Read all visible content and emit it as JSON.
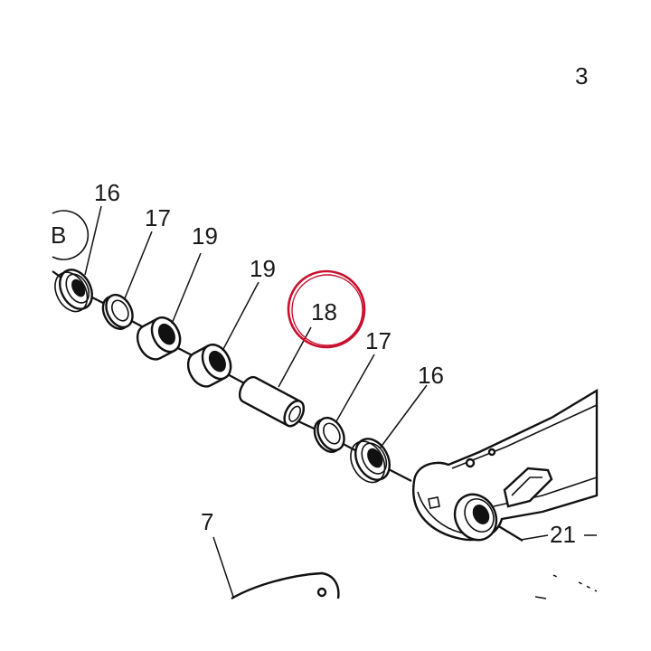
{
  "diagram": {
    "page_number": "3",
    "section_marker": "B",
    "highlight_color": "#c8102e",
    "callouts": {
      "seal_left": "16",
      "washer_left": "17",
      "bearing_left": "19",
      "bearing_right": "19",
      "spacer": "18",
      "washer_right": "17",
      "seal_right": "16",
      "arm": "21",
      "bracket": "7"
    },
    "highlighted_callout": "18"
  }
}
